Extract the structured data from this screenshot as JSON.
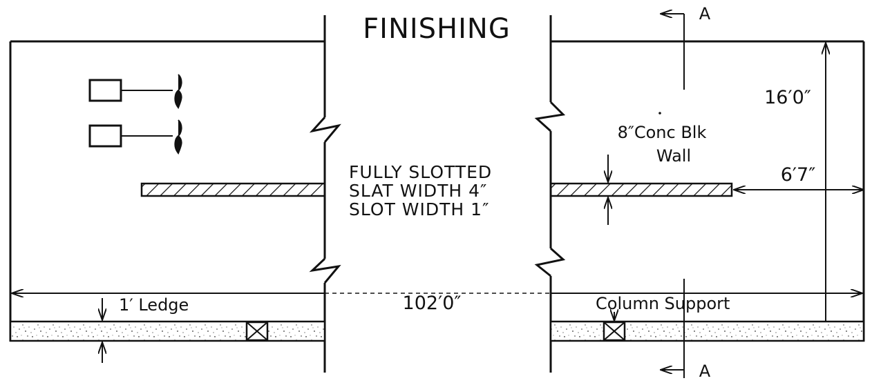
{
  "title": "FINISHING",
  "notes": {
    "line1": "FULLY SLOTTED",
    "line2": "SLAT WIDTH 4″",
    "line3": "SLOT WIDTH 1″"
  },
  "wall_label": {
    "line1": "8″Conc Blk",
    "line2": "Wall"
  },
  "dimensions": {
    "height": "16′0″",
    "offset": "6′7″",
    "length": "102′0″"
  },
  "ledge_label": "1′ Ledge",
  "column_label": "Column Support",
  "section_marker_top": "A",
  "section_marker_bottom": "A"
}
